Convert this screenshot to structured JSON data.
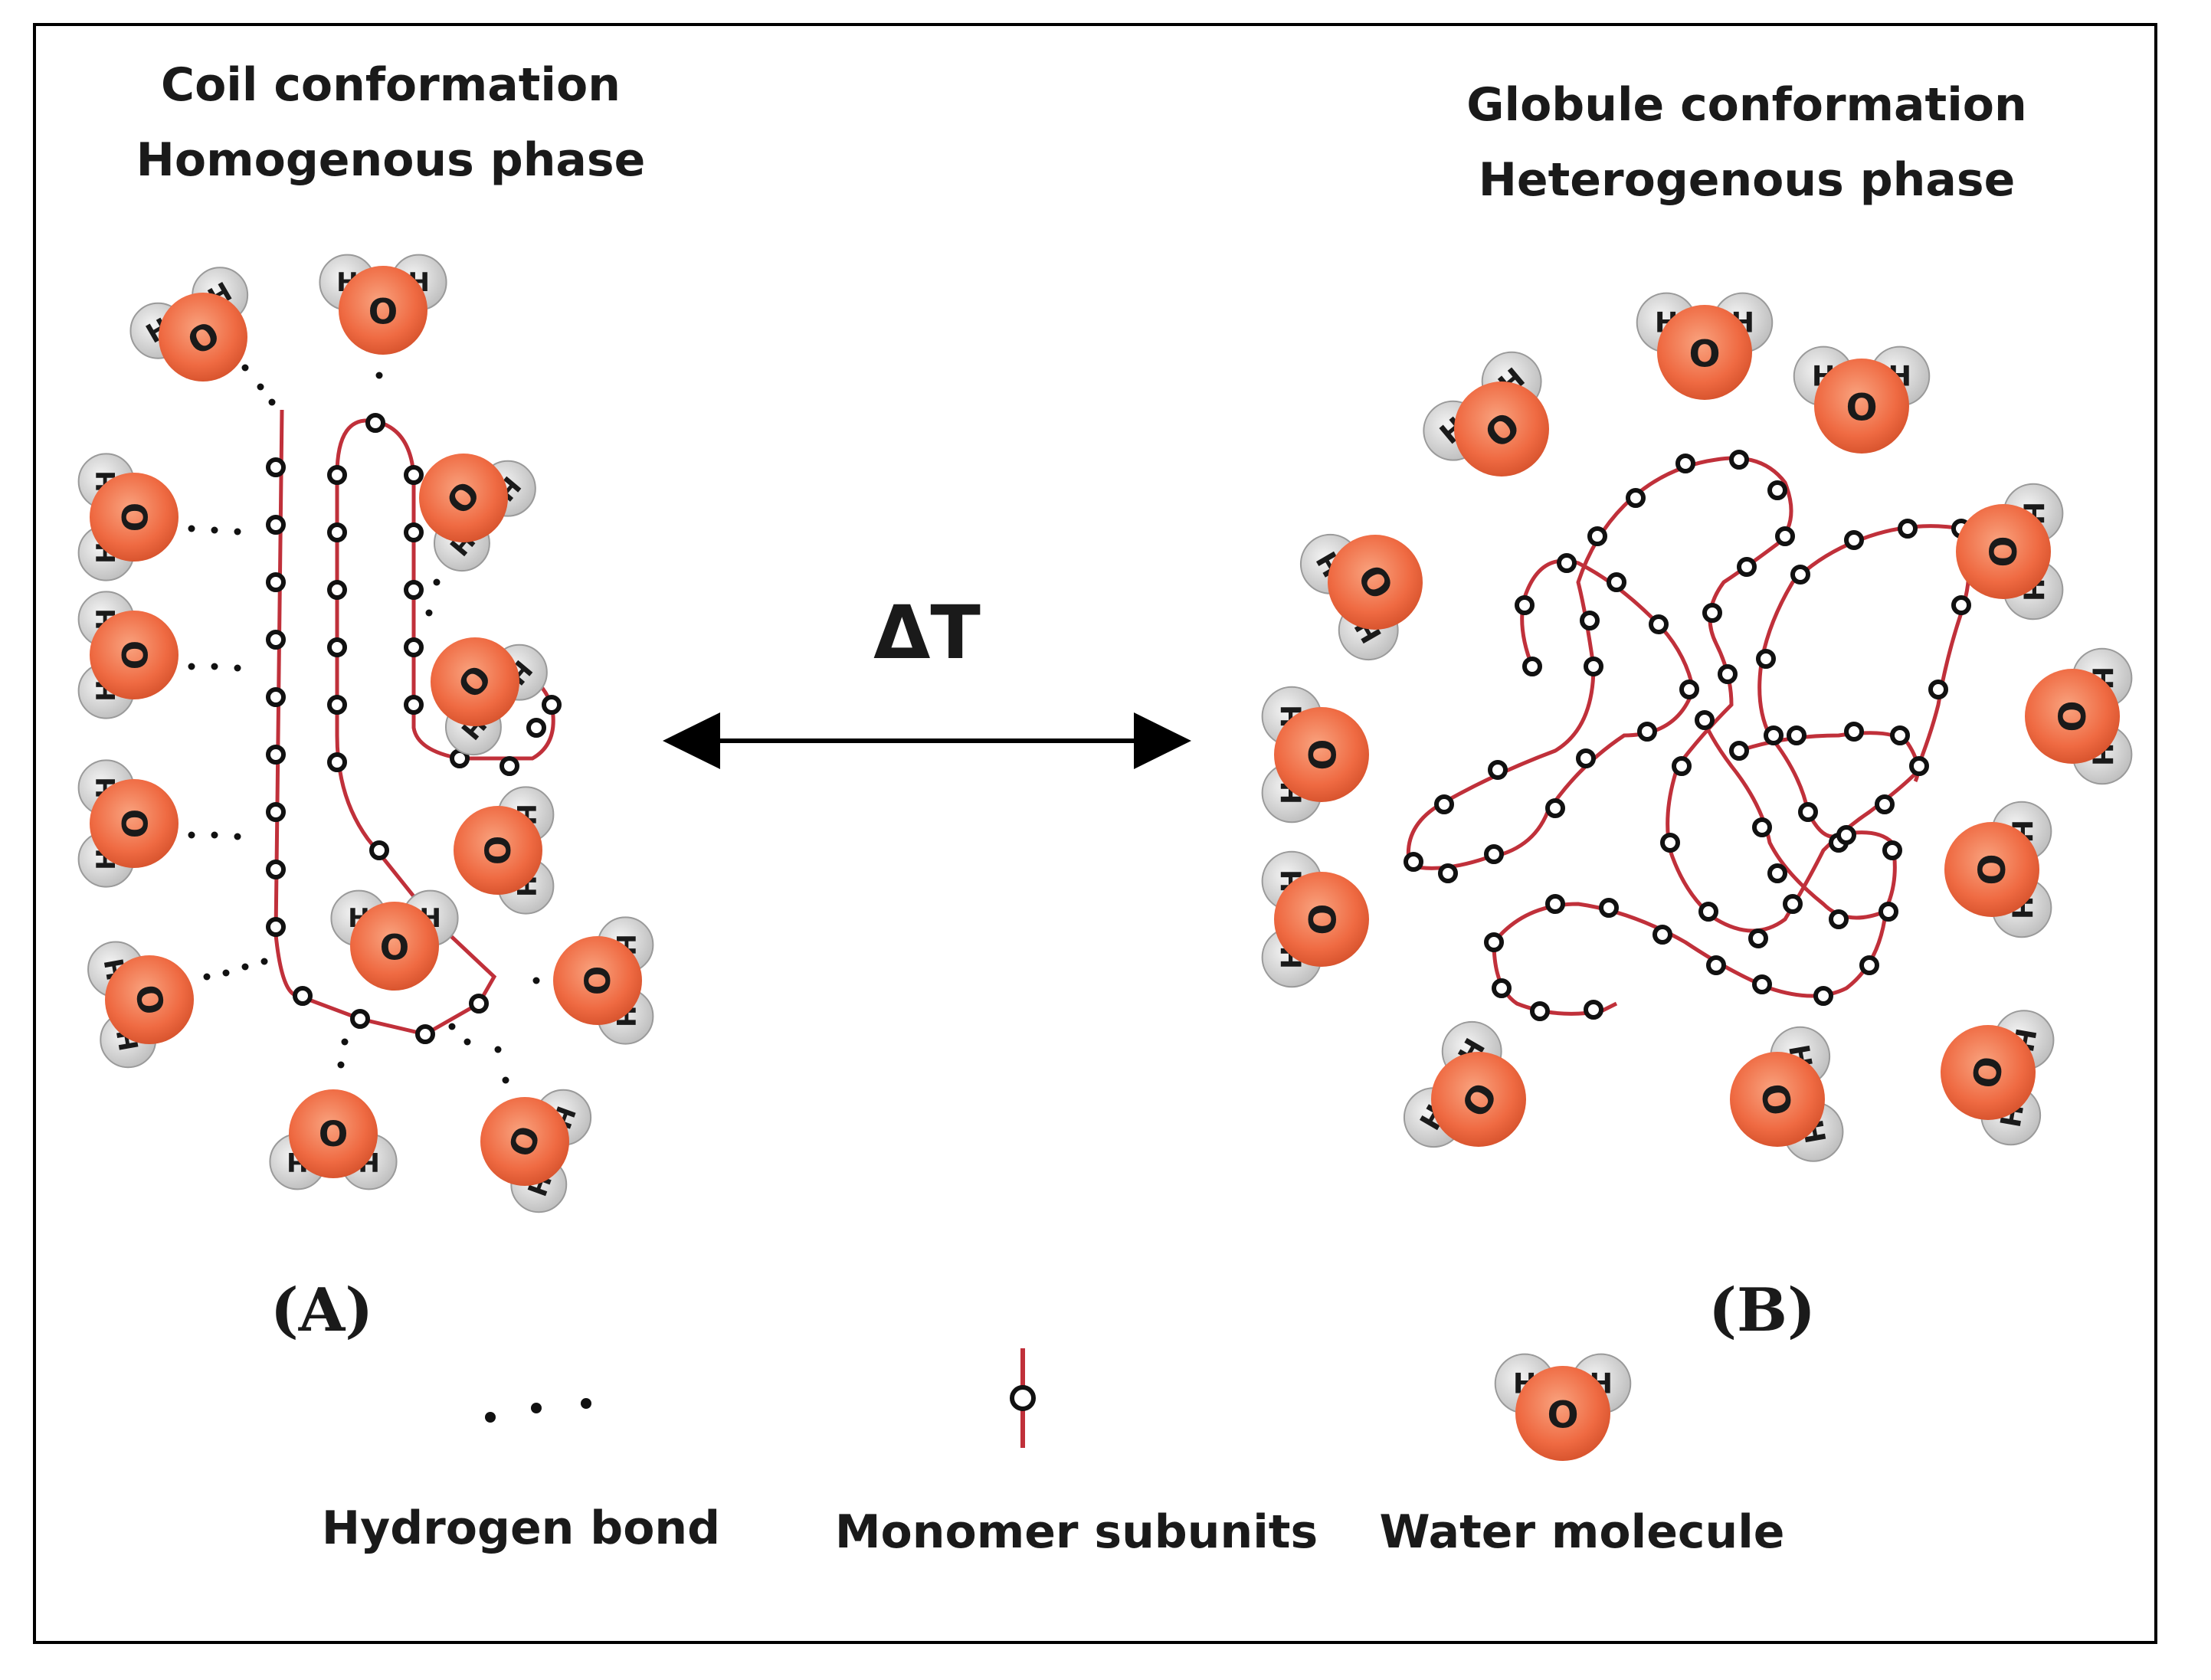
{
  "left": {
    "title_line1": "Coil conformation",
    "title_line2": "Homogenous phase",
    "panel_label": "(A)"
  },
  "right": {
    "title_line1": "Globule conformation",
    "title_line2": "Heterogenous phase",
    "panel_label": "(B)"
  },
  "transition": {
    "symbol": "ΔT"
  },
  "legend": {
    "hydrogen_bond": "Hydrogen bond",
    "monomer": "Monomer subunits",
    "water": "Water molecule"
  },
  "atoms": {
    "oxygen": "O",
    "hydrogen": "H"
  },
  "colors": {
    "oxygen": "#ef6a42",
    "hydrogen": "#d6d6d6",
    "chain": "#c0303a",
    "monomer_ring": "#111111",
    "text": "#1a1a1a"
  }
}
